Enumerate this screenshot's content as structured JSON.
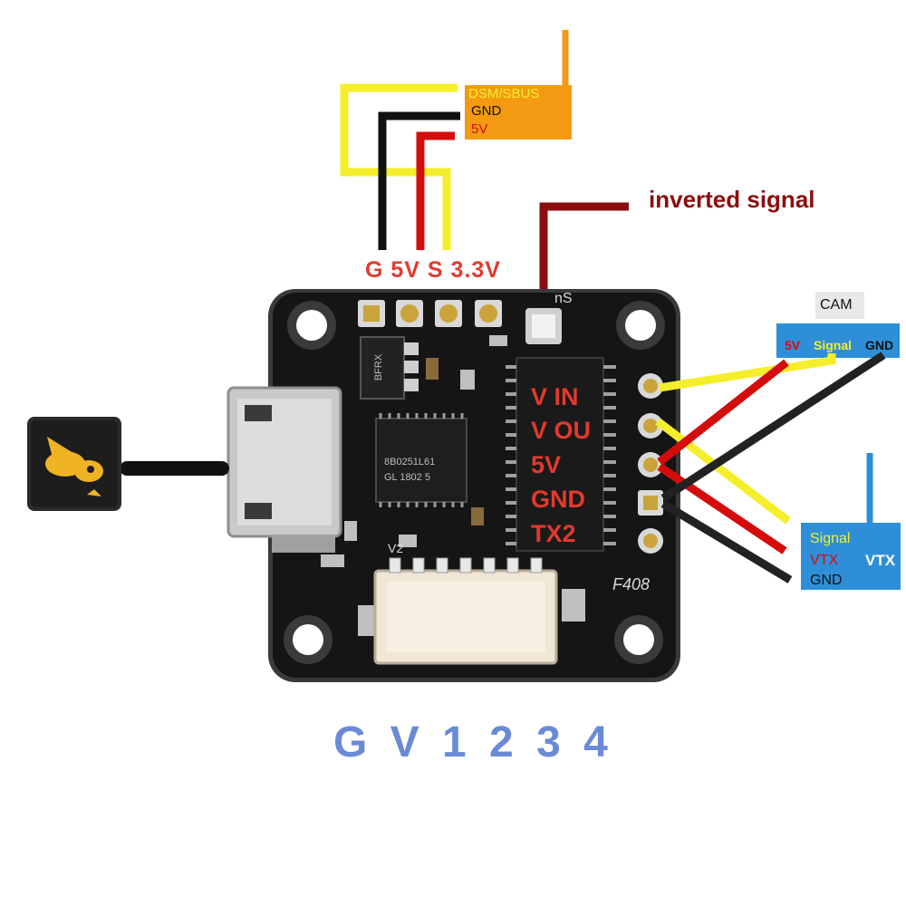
{
  "receiver": {
    "label_signal": "DSM/SBUS",
    "label_gnd": "GND",
    "label_5v": "5V",
    "color": "#f39a12"
  },
  "rx_pads_label": "G 5V S 3.3V",
  "inverted_label": "inverted signal",
  "camera": {
    "title": "CAM",
    "pin_5v": "5V",
    "pin_signal": "Signal",
    "pin_gnd": "GND",
    "color": "#2e8fd8"
  },
  "vtx": {
    "title": "VTX",
    "pin_signal": "Signal",
    "pin_vtx": "VTX",
    "pin_gnd": "GND",
    "color": "#2e8fd8"
  },
  "pcb_pads": {
    "pad1": "V IN",
    "pad2": "V OU",
    "pad3": "5V",
    "pad4": "GND",
    "pad5": "TX2"
  },
  "board_silk": {
    "model": "F408",
    "version": "V2",
    "chip1": "BFRX",
    "chip2": "8B0251L61",
    "chip3": "GL 1802 5",
    "ns": "nS"
  },
  "bottom_pinout": "G V 1 2 3 4",
  "colors": {
    "wire_yellow": "#f5ee2a",
    "wire_red": "#d40c0c",
    "wire_black": "#1a1a1a",
    "wire_darkred": "#8b0e0e",
    "bottom_text": "#6a8ad6",
    "board": "#141414"
  }
}
